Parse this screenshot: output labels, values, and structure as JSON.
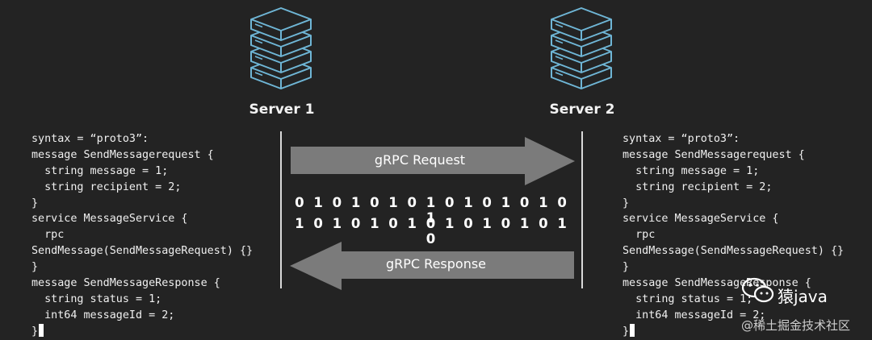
{
  "colors": {
    "background": "#232323",
    "server_icon": "#6fb6d6",
    "arrow_fill": "#7b7b7b",
    "divider": "#d9d9d9",
    "text": "#f0f0f0"
  },
  "server1": {
    "label": "Server 1",
    "icon": "server-stack-icon"
  },
  "server2": {
    "label": "Server 2",
    "icon": "server-stack-icon"
  },
  "request_arrow": {
    "label": "gRPC Request",
    "direction": "right"
  },
  "response_arrow": {
    "label": "gRPC Response",
    "direction": "left"
  },
  "binary": {
    "line1": "0 1 0 1 0 1 0 1 0 1 0 1 0 1 0 1",
    "line2": "1 0 1 0 1 0 1 0 1 0 1 0 1 0 1 0"
  },
  "code": {
    "lines": [
      "syntax = “proto3”:",
      "message SendMessagerequest {",
      "  string message = 1;",
      "  string recipient = 2;",
      "}",
      "service MessageService {",
      "  rpc",
      "SendMessage(SendMessageRequest) {}",
      "}",
      "message SendMessageResponse {",
      "  string status = 1;",
      "  int64 messageId = 2;",
      "}"
    ]
  },
  "watermark": {
    "icon": "wechat-icon",
    "brand": "猿java",
    "site": "@稀土掘金技术社区"
  }
}
